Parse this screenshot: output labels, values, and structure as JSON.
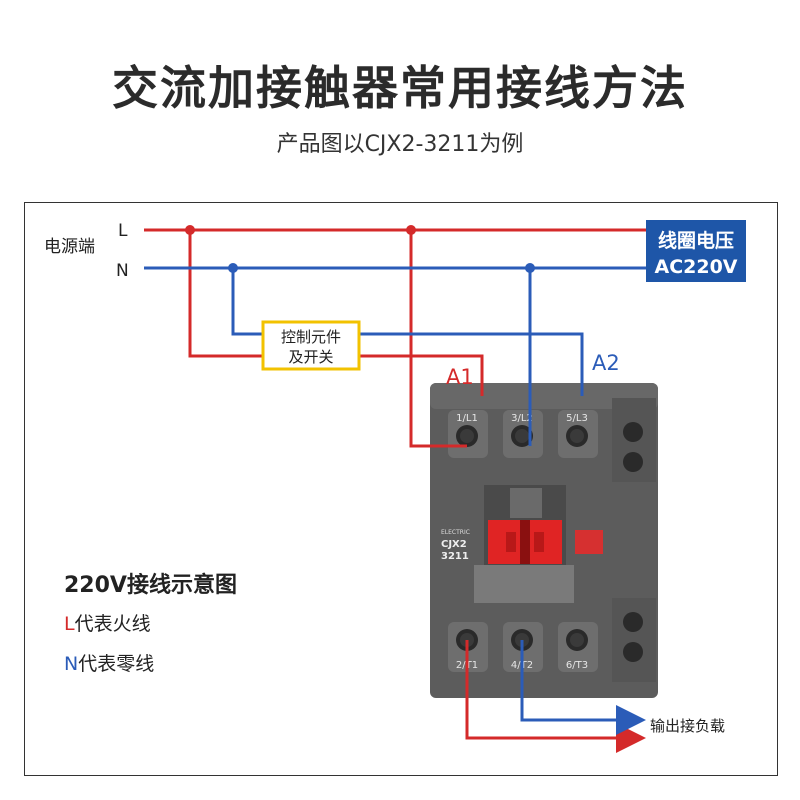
{
  "header": {
    "title": "交流加接触器常用接线方法",
    "subtitle": "产品图以CJX2-3211为例"
  },
  "diagram": {
    "power_source_label": "电源端",
    "line_L": "L",
    "line_N": "N",
    "coil_voltage_label_1": "线圈电压",
    "coil_voltage_label_2": "AC220V",
    "control_element_1": "控制元件",
    "control_element_2": "及开关",
    "terminal_A1": "A1",
    "terminal_A2": "A2",
    "top_terminals": [
      "1/L1",
      "3/L2",
      "5/L3"
    ],
    "bottom_terminals": [
      "2/T1",
      "4/T2",
      "6/T3"
    ],
    "device_brand": "ELECTRIC",
    "device_model_1": "CJX2",
    "device_model_2": "3211",
    "legend_title": "220V接线示意图",
    "legend_L_letter": "L",
    "legend_L_text": "代表火线",
    "legend_N_letter": "N",
    "legend_N_text": "代表零线",
    "output_label": "输出接负载"
  },
  "colors": {
    "live": "#d42a2a",
    "neutral": "#2b5cb8",
    "coil_box": "#1e56a8",
    "control_border": "#f2c200",
    "device_body": "#5c5c5c",
    "actuator": "#e02424"
  }
}
